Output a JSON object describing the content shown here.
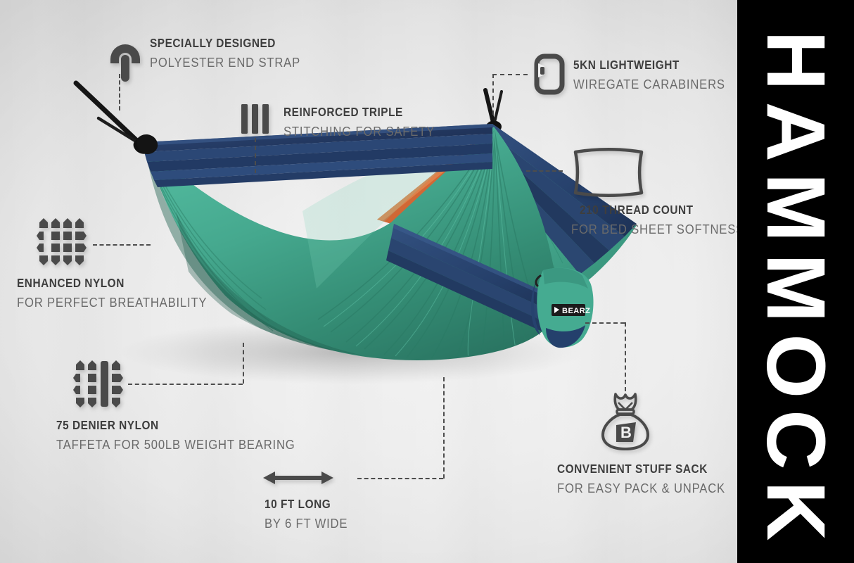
{
  "banner": {
    "text": "HAMMOCK"
  },
  "product": {
    "brand_label": "BEARZ",
    "colors": {
      "teal_light": "#4fb79c",
      "teal_mid": "#3f9e86",
      "teal_dark": "#2f7e6a",
      "navy_light": "#2f4a7a",
      "navy_dark": "#22355c",
      "orange": "#d9733f",
      "orange_dark": "#b9572b",
      "strap_black": "#1a1a1a"
    }
  },
  "palette": {
    "background_top": "#dadada",
    "background_center": "#f1f1f1",
    "title_text": "#3e3e3e",
    "sub_text": "#6a6a6a",
    "dash_line": "#4d4d4d",
    "icon_fill": "#4a4a4a",
    "banner_bg": "#000000",
    "banner_text": "#ffffff"
  },
  "features": [
    {
      "id": "end-strap",
      "icon": "end-strap-icon",
      "title": "SPECIALLY DESIGNED",
      "subtitle": "POLYESTER END STRAP"
    },
    {
      "id": "stitching",
      "icon": "triple-stitch-icon",
      "title": "REINFORCED TRIPLE",
      "subtitle": "STITCHING FOR SAFETY"
    },
    {
      "id": "carabiners",
      "icon": "carabiner-icon",
      "title": "5KN LIGHTWEIGHT",
      "subtitle": "WIREGATE CARABINERS"
    },
    {
      "id": "thread-count",
      "icon": "pillow-icon",
      "title": "210 THREAD COUNT",
      "subtitle": "FOR BED SHEET SOFTNESS"
    },
    {
      "id": "breathability",
      "icon": "nylon-weave-icon",
      "title": "ENHANCED NYLON",
      "subtitle": "FOR PERFECT BREATHABILITY"
    },
    {
      "id": "denier",
      "icon": "denier-thread-icon",
      "title": "75 DENIER NYLON",
      "subtitle": "TAFFETA FOR 500LB WEIGHT BEARING"
    },
    {
      "id": "dimensions",
      "icon": "double-arrow-icon",
      "title": "10 FT LONG",
      "subtitle": "BY 6 FT WIDE"
    },
    {
      "id": "stuff-sack",
      "icon": "stuff-sack-icon",
      "title": "CONVENIENT STUFF SACK",
      "subtitle": "FOR EASY PACK & UNPACK",
      "badge_letter": "B"
    }
  ]
}
